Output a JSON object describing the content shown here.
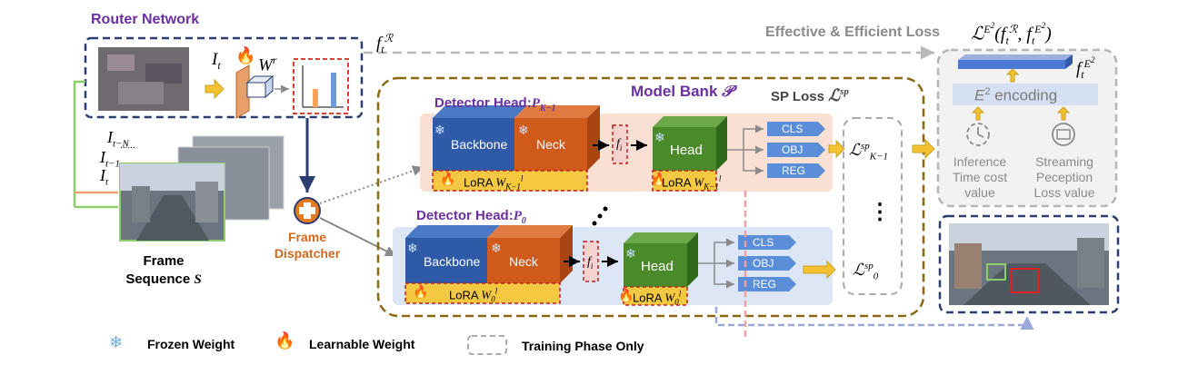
{
  "router": {
    "title": "Router Network",
    "input_label": "I_t",
    "weight_label": "W^r",
    "feature_label": "f_t^R"
  },
  "loss": {
    "title": "Effective & Efficient Loss",
    "formula": "L^{E^2}(f_t^R, f_t^{E^2})",
    "feature_label": "f_t^{E^2}",
    "encoding_label": "E^2 encoding",
    "inference_label": [
      "Inference",
      "Time cost",
      "value"
    ],
    "streaming_label": [
      "Streaming",
      "Peception",
      "Loss value"
    ]
  },
  "model_bank": {
    "title": "Model Bank P",
    "sp_loss_title": "SP Loss L^sp"
  },
  "detector_top": {
    "title": "Detector Head:P_{K-1}",
    "backbone": "Backbone",
    "neck": "Neck",
    "feature": "f_i",
    "head": "Head",
    "lora_backbone": "LoRA W_{K-1}^l",
    "lora_head": "LoRA W_{K-1}^l",
    "outputs": [
      "CLS",
      "OBJ",
      "REG"
    ],
    "loss_label": "L_{K-1}^sp"
  },
  "detector_bottom": {
    "title": "Detector Head:P_0",
    "backbone": "Backbone",
    "neck": "Neck",
    "feature": "f_i",
    "head": "Head",
    "lora_backbone": "LoRA W_0^l",
    "lora_head": "LoRA W_0^l",
    "outputs": [
      "CLS",
      "OBJ",
      "REG"
    ],
    "loss_label": "L_0^sp"
  },
  "frames": {
    "labels": [
      "I_{t-N}",
      "......",
      "I_{t-1}",
      "I_t"
    ],
    "caption": [
      "Frame",
      "Sequence S"
    ]
  },
  "dispatcher": {
    "label": [
      "Frame",
      "Dispatcher"
    ]
  },
  "legend": {
    "frozen": "Frozen Weight",
    "learnable": "Learnable Weight",
    "training": "Training Phase Only"
  },
  "ellipsis": "⋮",
  "colors": {
    "navy": "#2c3e70",
    "gold": "#8b6914",
    "backbone": "#2e5aa8",
    "neck": "#d05a1a",
    "head": "#4a8a2a",
    "lora": "#f5c842",
    "purple": "#6b2fa0",
    "orange": "#e37a1f",
    "gray_dash": "#b5b5b5"
  }
}
